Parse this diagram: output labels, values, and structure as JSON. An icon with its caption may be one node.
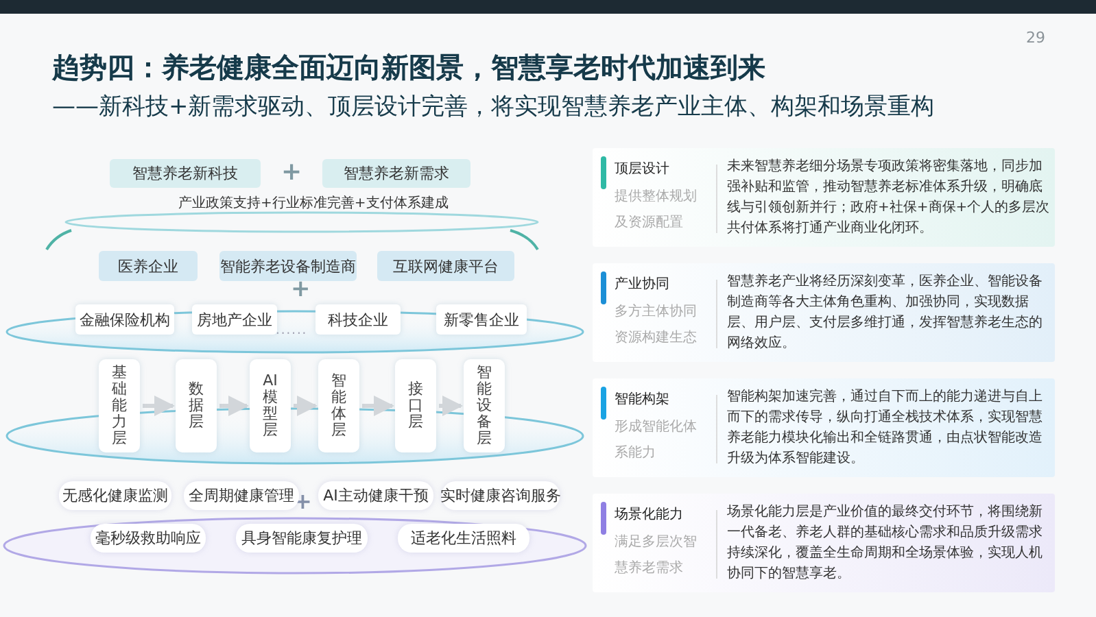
{
  "diagram": {
    "title": "趋势四：养老健康全面迈向新图景，智慧享老时代加速到来",
    "caption": "——新科技+新需求驱动、顶层设计完善，将实现智慧养老产业主体、构架和场景重构",
    "nodes": [
      {
        "text": [
          "智慧养老新科技"
        ]
      },
      {
        "text": [
          "智慧养老新需求"
        ]
      },
      {
        "text": [
          "医养企业"
        ]
      },
      {
        "text": [
          "智能养老设备制造商"
        ]
      },
      {
        "text": [
          "互联网健康平台"
        ]
      },
      {
        "text": [
          "金融保险机构"
        ]
      },
      {
        "text": [
          "房地产企业"
        ]
      },
      {
        "text": [
          "科技企业"
        ]
      },
      {
        "text": [
          "新零售企业"
        ]
      },
      {
        "text": [
          "基础能力层"
        ]
      },
      {
        "text": [
          "数据层"
        ]
      },
      {
        "text": [
          "AI模型层"
        ]
      },
      {
        "text": [
          "智能体层"
        ]
      },
      {
        "text": [
          "接口层"
        ]
      },
      {
        "text": [
          "智能设备层"
        ]
      },
      {
        "text": [
          "无感化健康监测"
        ]
      },
      {
        "text": [
          "全周期健康管理"
        ]
      },
      {
        "text": [
          "AI主动健康干预"
        ]
      },
      {
        "text": [
          "实时健康咨询服务"
        ]
      },
      {
        "text": [
          "毫秒级救助响应"
        ]
      },
      {
        "text": [
          "具身智能康复护理"
        ]
      },
      {
        "text": [
          "适老化生活照料"
        ]
      },
      {
        "text": [
          "顶层设计",
          "提供整体规划及资源配置",
          "未来智慧养老细分场景专项政策将密集落地，同步加强补贴和监管，推动智慧养老标准体系升级，明确底线与引领创新并行；政府+社保+商保+个人的多层次共付体系将打通产业商业化闭环。"
        ]
      },
      {
        "text": [
          "产业协同",
          "多方主体协同资源构建生态",
          "智慧养老产业将经历深刻变革，医养企业、智能设备制造商等各大主体角色重构、加强协同，实现数据层、用户层、支付层多维打通，发挥智慧养老生态的网络效应。"
        ]
      },
      {
        "text": [
          "智能构架",
          "形成智能化体系能力",
          "智能构架加速完善，通过自下而上的能力递进与自上而下的需求传导，纵向打通全栈技术体系，实现智慧养老能力模块化输出和全链路贯通，由点状智能改造升级为体系智能建设。"
        ]
      },
      {
        "text": [
          "场景化能力",
          "满足多层次智慧养老需求",
          "场景化能力层是产业价值的最终交付环节，将围绕新一代备老、养老人群的基础核心需求和品质升级需求持续深化，覆盖全生命周期和全场景体验，实现人机协同下的智慧享老。"
        ]
      }
    ],
    "edges": [
      {
        "from": 9,
        "to": 10,
        "arrow": "to"
      },
      {
        "from": 10,
        "to": 11,
        "arrow": "to"
      },
      {
        "from": 11,
        "to": 12,
        "arrow": "to"
      },
      {
        "from": 12,
        "to": 13,
        "arrow": "to"
      },
      {
        "from": 13,
        "to": 14,
        "arrow": "to"
      }
    ],
    "labels": [
      "29",
      "+",
      "产业政策支持+行业标准完善+支付体系建成",
      "+",
      "······",
      "+"
    ]
  }
}
